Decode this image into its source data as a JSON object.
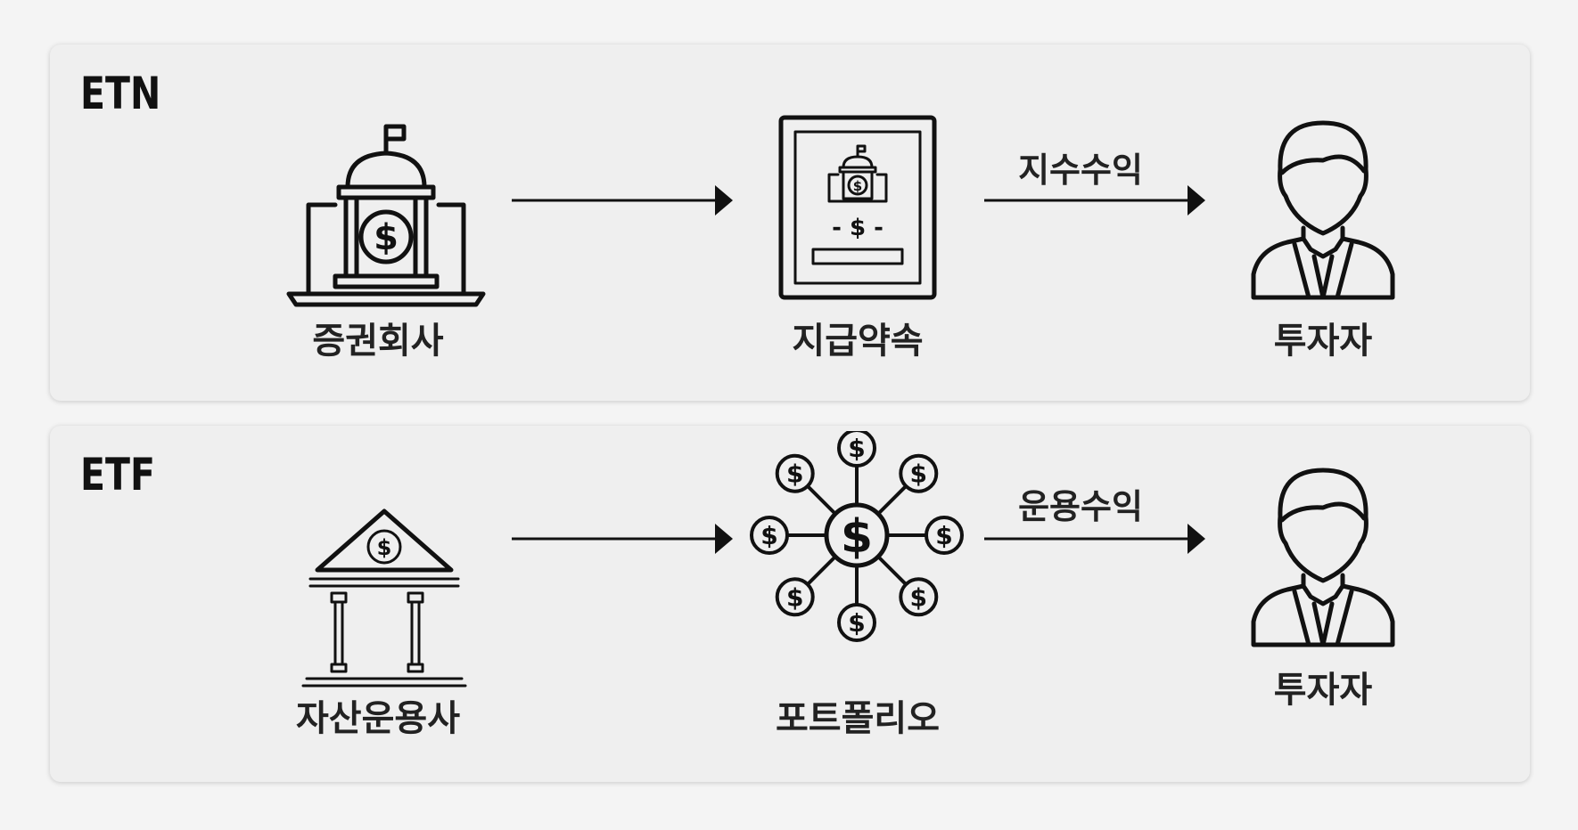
{
  "etn": {
    "title": "ETN",
    "nodes": [
      {
        "label": "증권회사",
        "icon": "securities-building-icon"
      },
      {
        "label": "지급약속",
        "icon": "payment-certificate-icon"
      },
      {
        "label": "투자자",
        "icon": "investor-icon"
      }
    ],
    "arrows": [
      {
        "label": ""
      },
      {
        "label": "지수수익"
      }
    ]
  },
  "etf": {
    "title": "ETF",
    "nodes": [
      {
        "label": "자산운용사",
        "icon": "bank-icon"
      },
      {
        "label": "포트폴리오",
        "icon": "portfolio-network-icon"
      },
      {
        "label": "투자자",
        "icon": "investor-icon"
      }
    ],
    "arrows": [
      {
        "label": ""
      },
      {
        "label": "운용수익"
      }
    ]
  },
  "colors": {
    "background": "#f4f4f4",
    "panel": "#efefef",
    "ink": "#111111"
  }
}
